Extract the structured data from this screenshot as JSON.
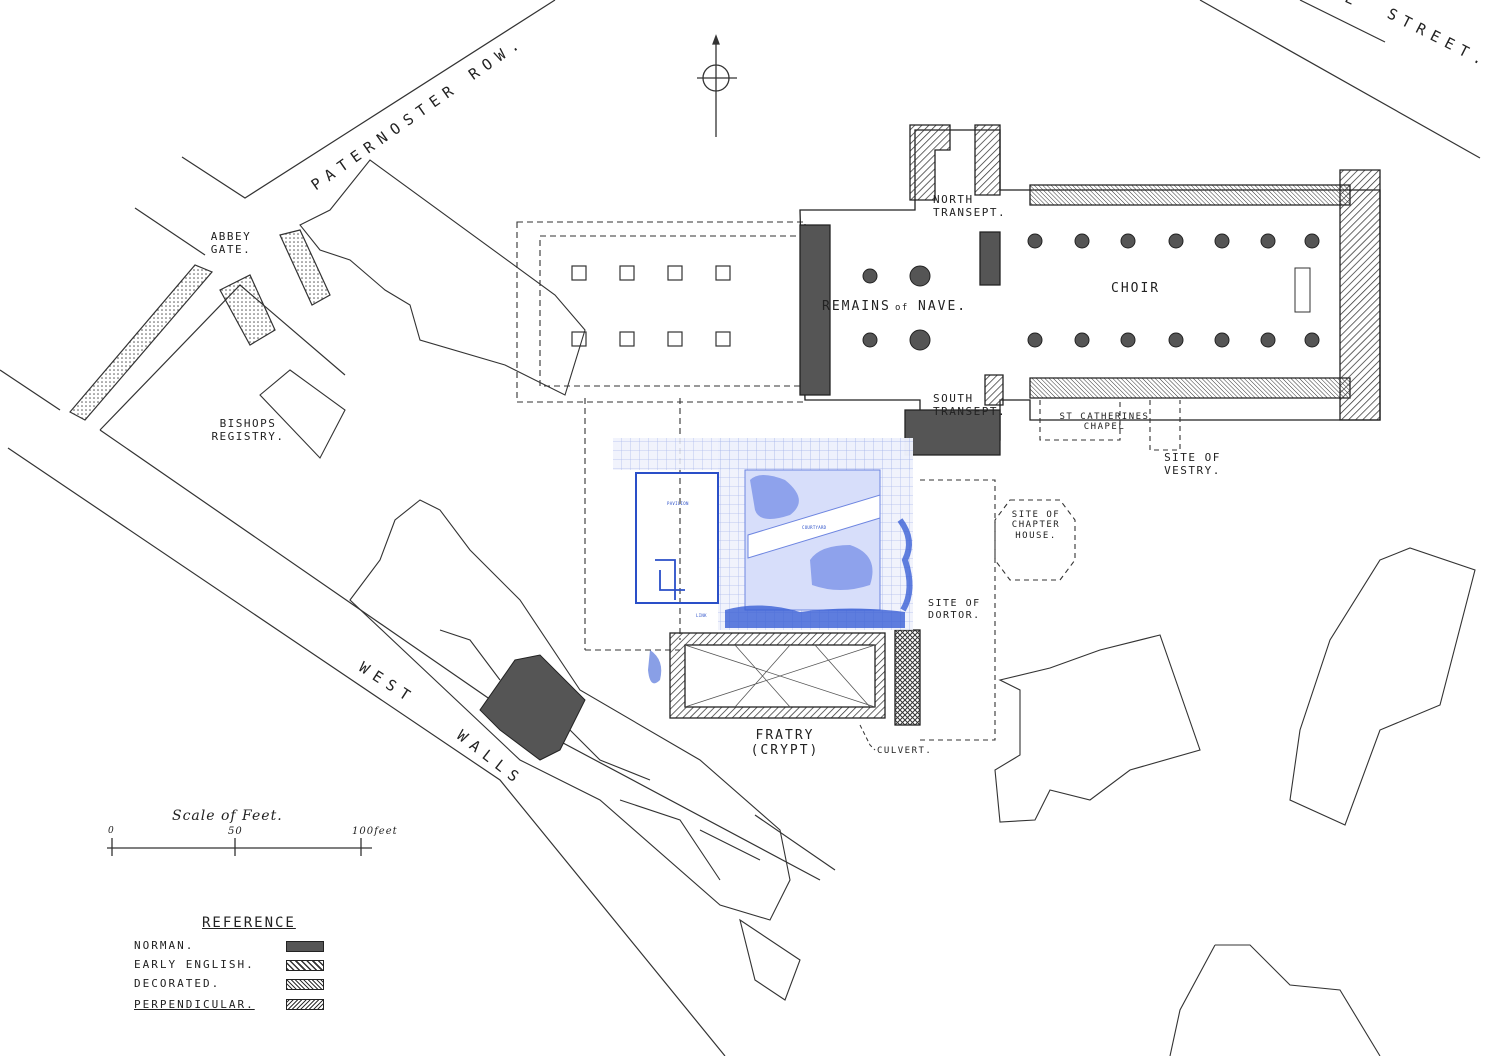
{
  "streets": {
    "paternoster_row": "PATERNOSTER ROW.",
    "street_partial_letter": "E",
    "street": "STREET.",
    "west_walls_1": "WEST",
    "west_walls_2": "WALLS"
  },
  "labels": {
    "abbey_gate": "ABBEY GATE.",
    "bishops_registry": "BISHOPS REGISTRY.",
    "north_transept": "NORTH TRANSEPT.",
    "remains_of_nave_1": "REMAINS",
    "remains_of_nave_2": "of",
    "remains_of_nave_3": "NAVE.",
    "choir": "CHOIR",
    "south_transept": "SOUTH TRANSEPT.",
    "st_catherines_chapel": "ST CATHERINES CHAPEL",
    "site_of_vestry": "SITE OF VESTRY.",
    "site_of_chapter_house": "SITE OF CHAPTER HOUSE.",
    "site_of_dortor": "SITE OF DORTOR.",
    "fratry": "FRATRY (CRYPT)",
    "culvert": "CULVERT."
  },
  "overlay": {
    "pavilion": "PAVILION",
    "courtyard": "COURTYARD",
    "link": "LINK",
    "color": "#2a4fc8"
  },
  "scale": {
    "title": "Scale of Feet.",
    "tick_0": "0",
    "tick_50": "50",
    "tick_100": "100feet"
  },
  "reference": {
    "title": "REFERENCE",
    "items": [
      {
        "label": "NORMAN.",
        "pattern": "solid"
      },
      {
        "label": "EARLY ENGLISH.",
        "pattern": "diagonal-hatch"
      },
      {
        "label": "DECORATED.",
        "pattern": "cross-hatch"
      },
      {
        "label": "PERPENDICULAR.",
        "pattern": "fine-diagonal-hatch"
      }
    ]
  },
  "compass": {
    "icon": "north-arrow-icon"
  }
}
